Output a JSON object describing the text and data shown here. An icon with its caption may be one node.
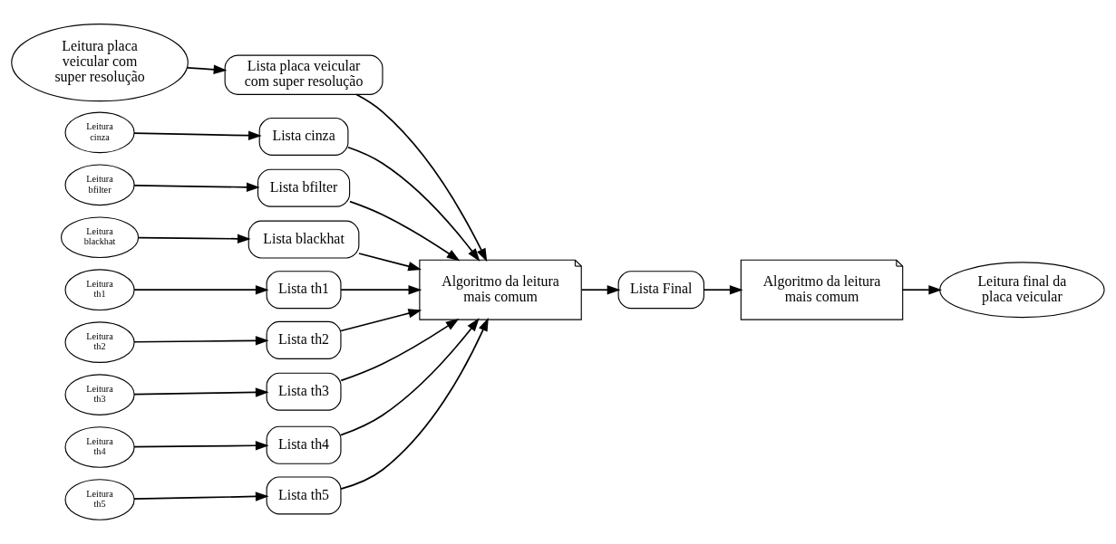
{
  "diagram": {
    "nodes": [
      {
        "text": [
          "Leitura placa veicular com super resolução"
        ]
      },
      {
        "text": [
          "Lista placa veicular com super resolução"
        ]
      },
      {
        "text": [
          "Leitura cinza"
        ]
      },
      {
        "text": [
          "Lista cinza"
        ]
      },
      {
        "text": [
          "Leitura bfilter"
        ]
      },
      {
        "text": [
          "Lista bfilter"
        ]
      },
      {
        "text": [
          "Leitura blackhat"
        ]
      },
      {
        "text": [
          "Lista blackhat"
        ]
      },
      {
        "text": [
          "Leitura th1"
        ]
      },
      {
        "text": [
          "Lista th1"
        ]
      },
      {
        "text": [
          "Leitura th2"
        ]
      },
      {
        "text": [
          "Lista th2"
        ]
      },
      {
        "text": [
          "Leitura th3"
        ]
      },
      {
        "text": [
          "Lista th3"
        ]
      },
      {
        "text": [
          "Leitura th4"
        ]
      },
      {
        "text": [
          "Lista th4"
        ]
      },
      {
        "text": [
          "Leitura th5"
        ]
      },
      {
        "text": [
          "Lista th5"
        ]
      },
      {
        "text": [
          "Algoritmo da leitura mais comum"
        ]
      },
      {
        "text": [
          "Lista Final"
        ]
      },
      {
        "text": [
          "Algoritmo da leitura mais comum"
        ]
      },
      {
        "text": [
          "Leitura final da placa veicular"
        ]
      }
    ],
    "edges": [
      {
        "from": 0,
        "to": 1,
        "arrow": "to"
      },
      {
        "from": 1,
        "to": 18,
        "arrow": "to"
      },
      {
        "from": 2,
        "to": 3,
        "arrow": "to"
      },
      {
        "from": 3,
        "to": 18,
        "arrow": "to"
      },
      {
        "from": 4,
        "to": 5,
        "arrow": "to"
      },
      {
        "from": 5,
        "to": 18,
        "arrow": "to"
      },
      {
        "from": 6,
        "to": 7,
        "arrow": "to"
      },
      {
        "from": 7,
        "to": 18,
        "arrow": "to"
      },
      {
        "from": 8,
        "to": 9,
        "arrow": "to"
      },
      {
        "from": 9,
        "to": 18,
        "arrow": "to"
      },
      {
        "from": 10,
        "to": 11,
        "arrow": "to"
      },
      {
        "from": 11,
        "to": 18,
        "arrow": "to"
      },
      {
        "from": 12,
        "to": 13,
        "arrow": "to"
      },
      {
        "from": 13,
        "to": 18,
        "arrow": "to"
      },
      {
        "from": 14,
        "to": 15,
        "arrow": "to"
      },
      {
        "from": 15,
        "to": 18,
        "arrow": "to"
      },
      {
        "from": 16,
        "to": 17,
        "arrow": "to"
      },
      {
        "from": 17,
        "to": 18,
        "arrow": "to"
      },
      {
        "from": 18,
        "to": 19,
        "arrow": "to"
      },
      {
        "from": 19,
        "to": 20,
        "arrow": "to"
      },
      {
        "from": 20,
        "to": 21,
        "arrow": "to"
      }
    ]
  }
}
